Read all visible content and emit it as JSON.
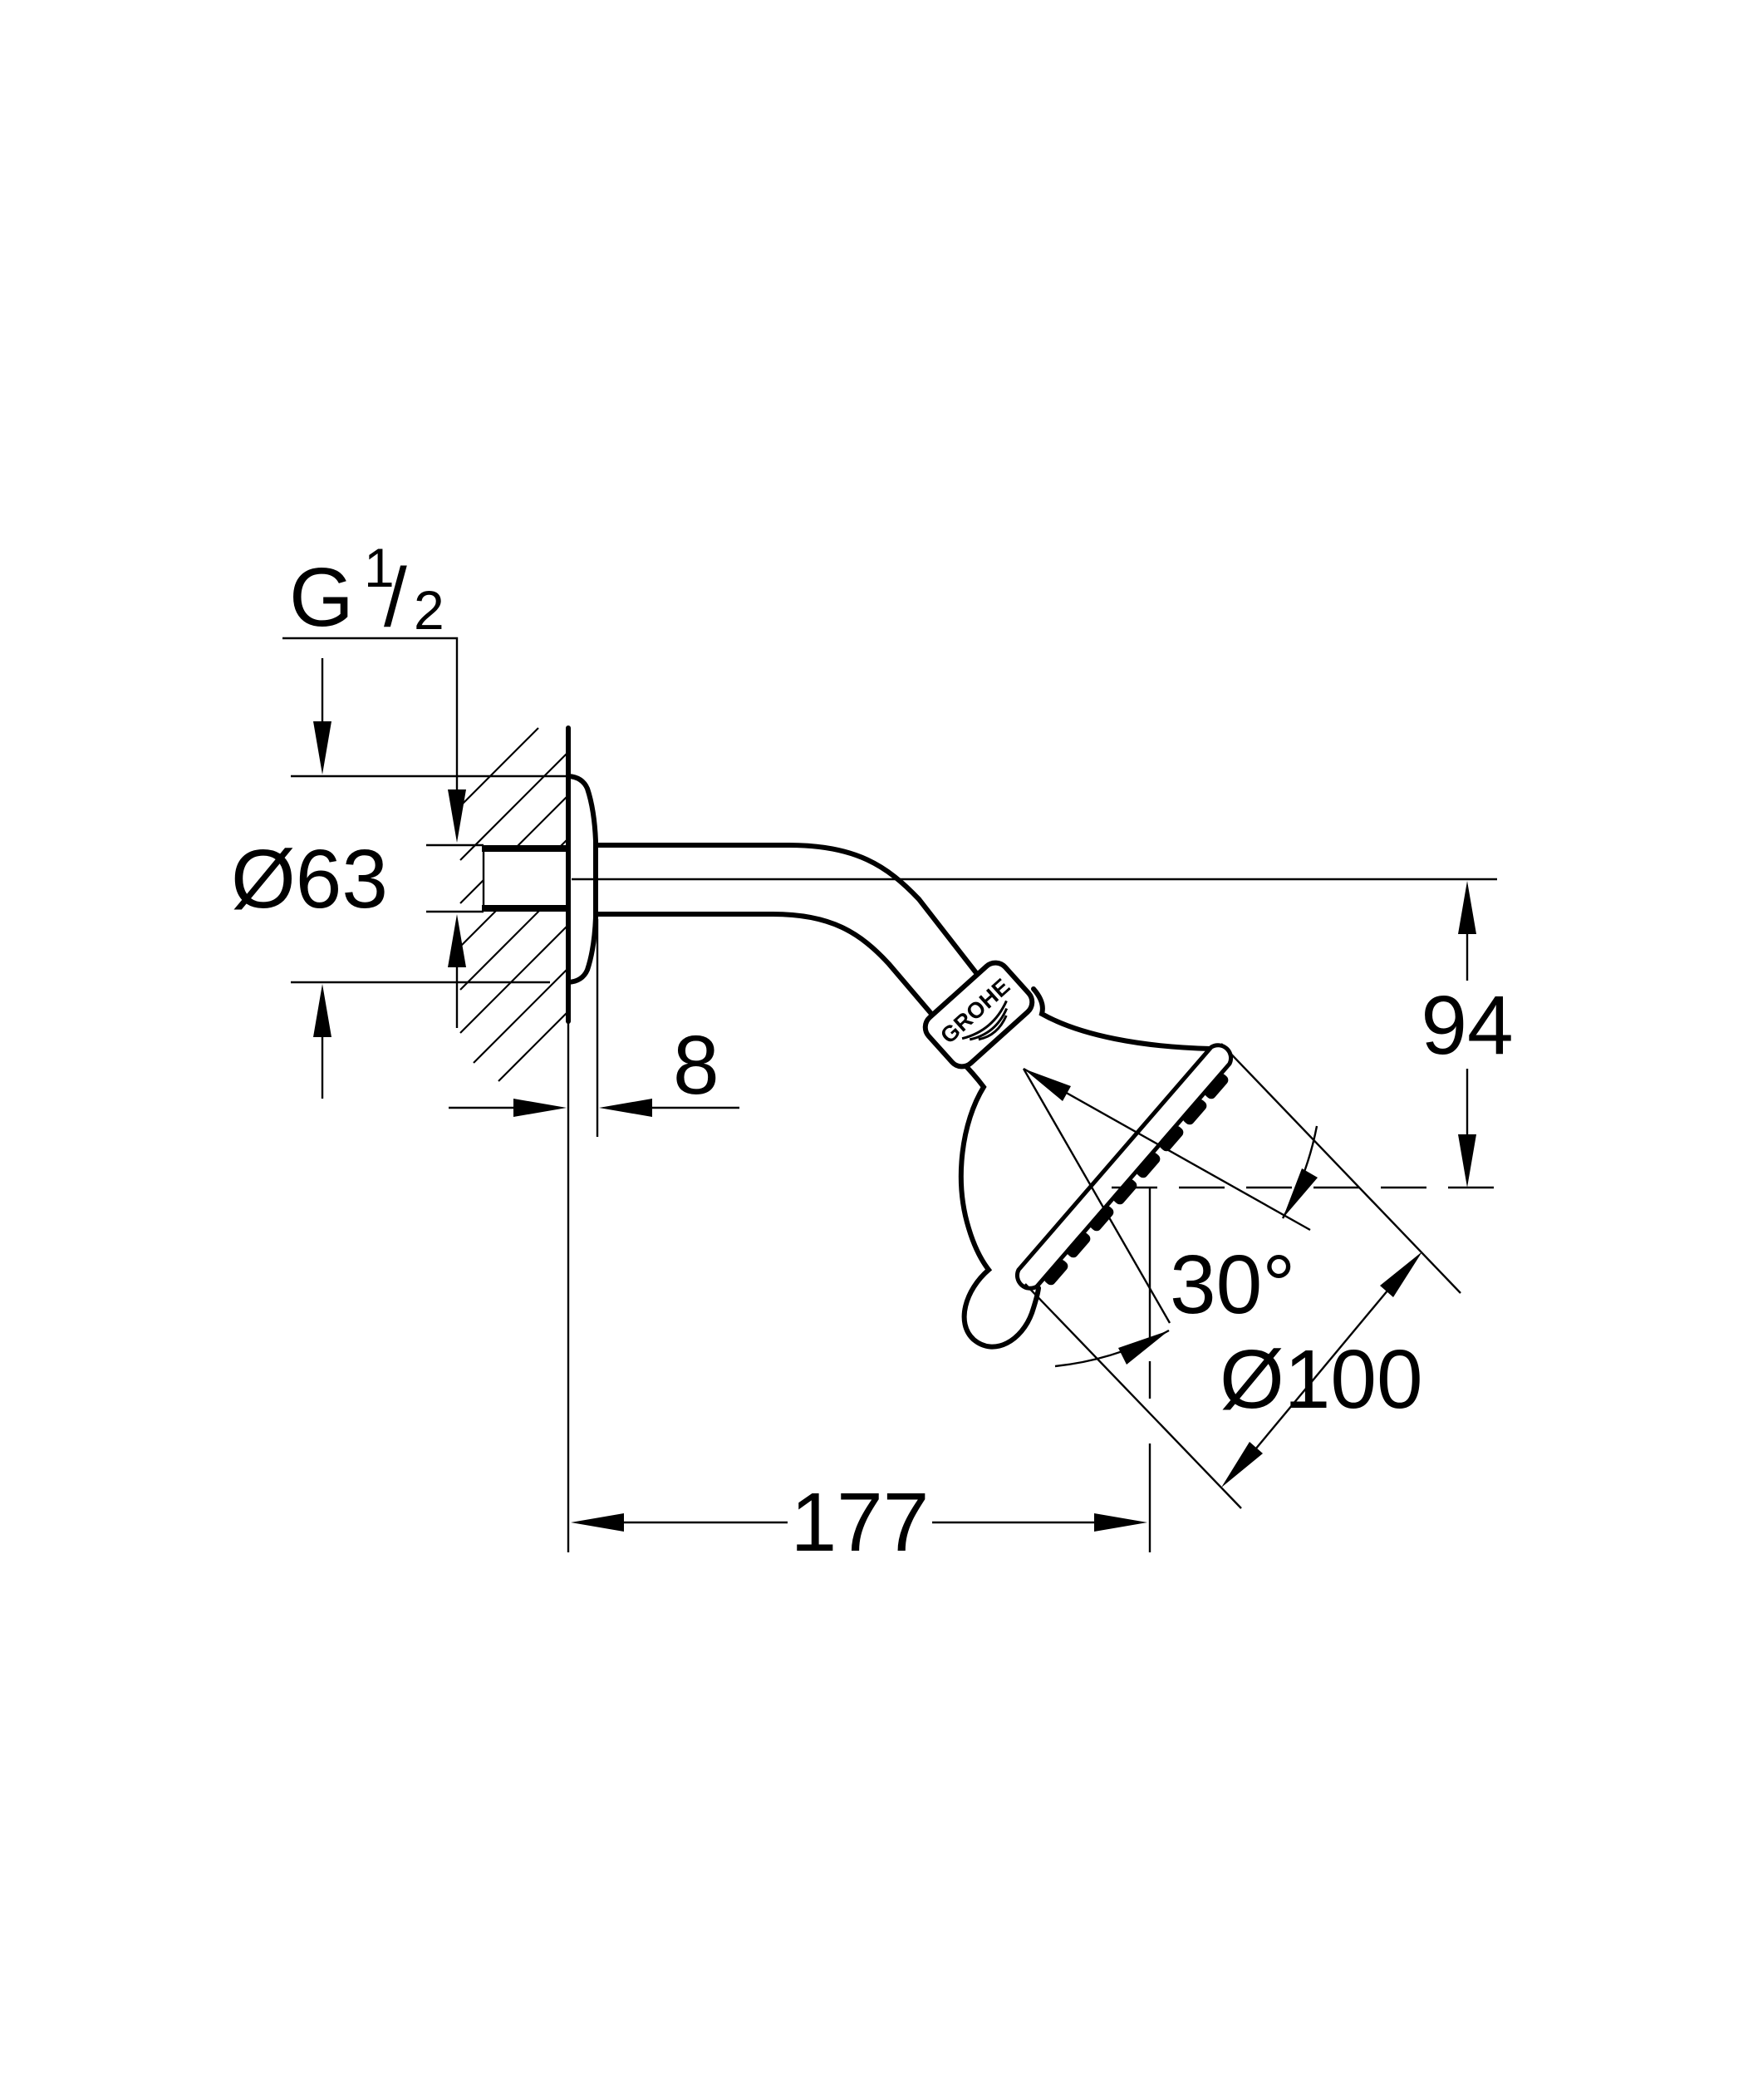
{
  "page": {
    "background": "#ffffff",
    "ink": "#000000"
  },
  "drawing": {
    "brand_mark": "GROHE",
    "labels": {
      "thread_g": "G",
      "thread_numerator": "1",
      "thread_slash": "/",
      "thread_denominator": "2",
      "flange_diameter": "Ø63",
      "wall_offset": "8",
      "drop_height": "94",
      "spray_angle": "30°",
      "face_diameter": "Ø100",
      "reach": "177"
    }
  }
}
